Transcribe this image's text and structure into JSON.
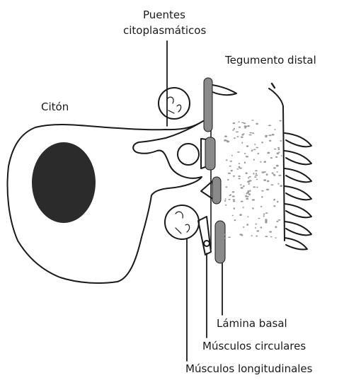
{
  "labels": {
    "puentes_line1": "Puentes",
    "puentes_line2": "citoplasmáticos",
    "tegumento": "Tegumento distal",
    "citon": "Citón",
    "lamina": "Lámina basal",
    "circulares": "Músculos circulares",
    "longitudinales": "Músculos longitudinales"
  },
  "colors": {
    "line": "#1a1a1a",
    "nucleus": "#2b2b2b",
    "basal_lamina": "#8a8a8a",
    "dots": "#9a9a9a"
  }
}
